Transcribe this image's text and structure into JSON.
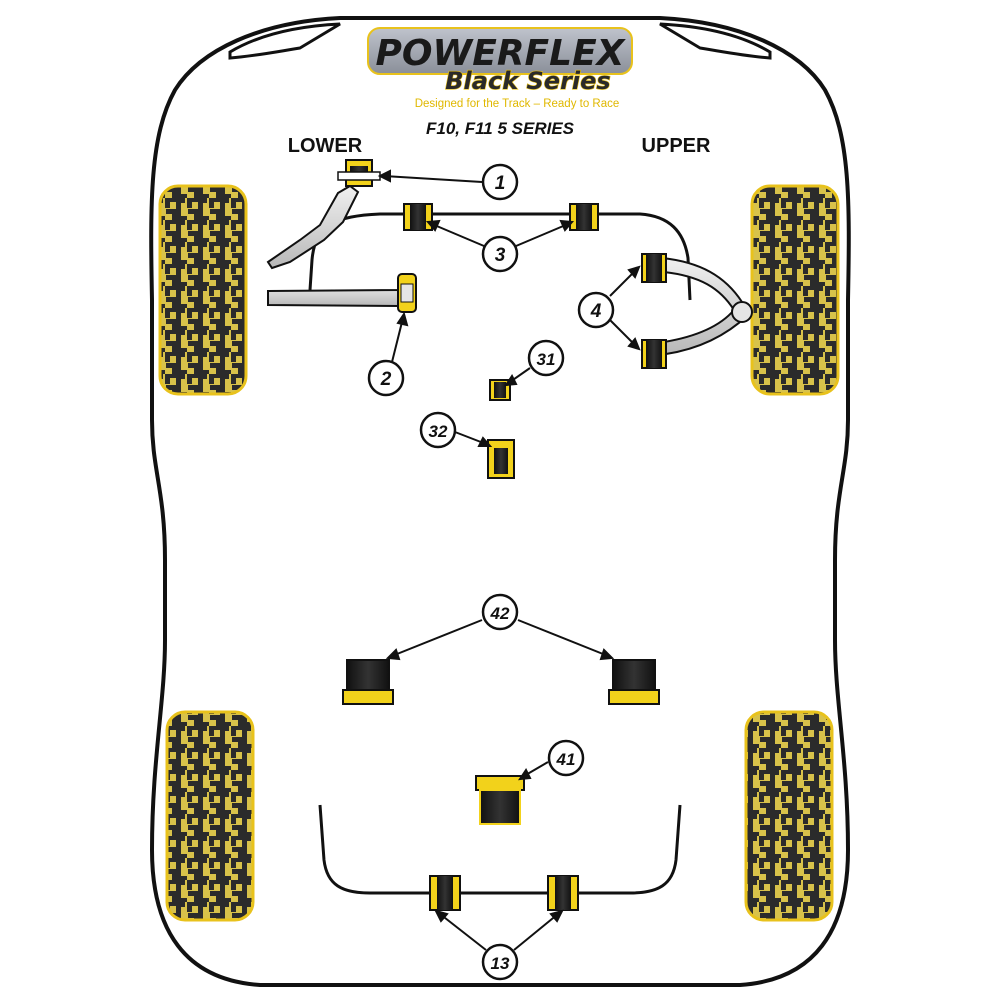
{
  "brand": {
    "name": "POWERFLEX",
    "series": "Black Series",
    "tagline": "Designed for the Track – Ready to Race"
  },
  "model": "F10, F11 5 SERIES",
  "labels": {
    "lower": "LOWER",
    "upper": "UPPER"
  },
  "callouts": {
    "c1": "1",
    "c2": "2",
    "c3": "3",
    "c4": "4",
    "c31": "31",
    "c32": "32",
    "c42": "42",
    "c41": "41",
    "c13": "13"
  },
  "colors": {
    "bushing_yellow": "#f2d21b",
    "bushing_black": "#1a1a1a",
    "tyre_dark": "#2b2b2b",
    "outline": "#111111"
  }
}
